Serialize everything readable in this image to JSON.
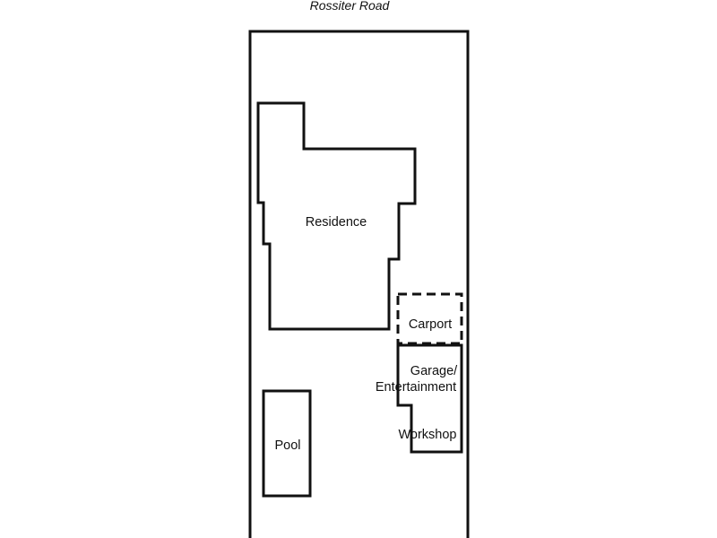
{
  "road": {
    "name": "Rossiter Road"
  },
  "structures": {
    "residence": "Residence",
    "carport": "Carport",
    "garage_line1": "Garage/",
    "garage_line2": "Entertainment",
    "workshop": "Workshop",
    "pool": "Pool"
  },
  "colors": {
    "line": "#111111",
    "background": "#ffffff"
  }
}
